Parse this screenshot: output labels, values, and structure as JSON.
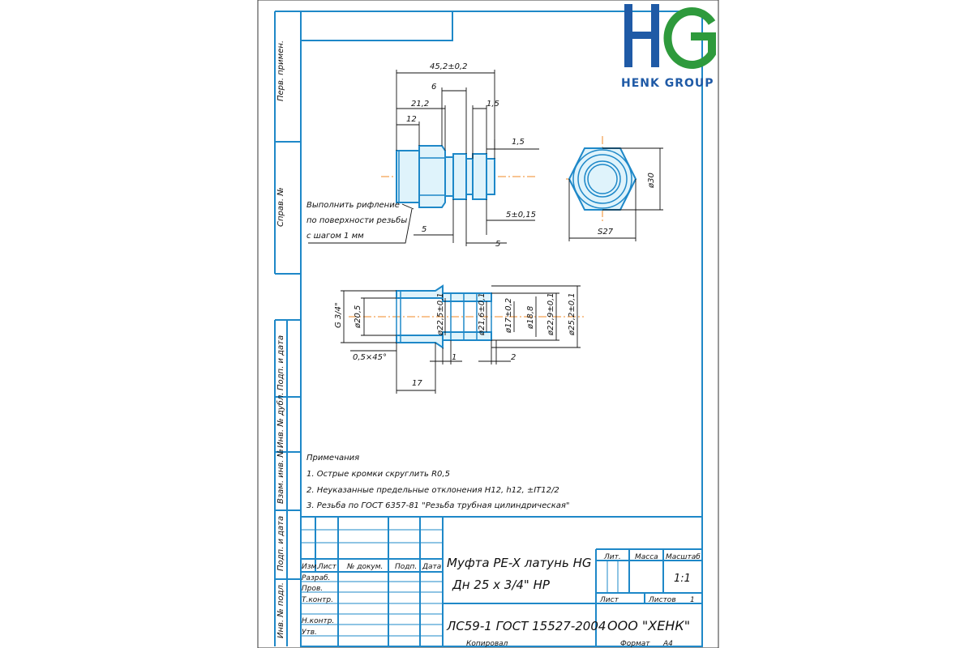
{
  "logo": {
    "mark": "HG",
    "company": "HENK GROUP",
    "color_blue": "#1f5aa6",
    "color_green": "#2e9a3c"
  },
  "side_labels": {
    "perv_primen": "Перв. примен.",
    "sprav_no": "Справ. №",
    "podp_data_1": "Подп. и дата",
    "inv_dubl": "Инв. № дубл.",
    "vzam_inv": "Взам. инв. №",
    "podp_data_2": "Подп. и дата",
    "inv_podl": "Инв. № подл."
  },
  "dimensions": {
    "d_45_2": "45,2±0,2",
    "d_6": "6",
    "d_21_2": "21,2",
    "d_12": "12",
    "d_1_5a": "1,5",
    "d_1_5b": "1,5",
    "d_5_015": "5±0,15",
    "d_5a": "5",
    "d_5b": "5",
    "d_phi30": "ø30",
    "d_s27": "S27",
    "d_g34": "G 3/4\"",
    "d_phi20_5": "ø20,5",
    "d_phi22_5": "ø22,5±0,1",
    "d_phi21_6": "ø21,6±0,1",
    "d_phi17": "ø17±0,2",
    "d_phi18_8": "ø18,8",
    "d_phi22_9": "ø22,9±0,1",
    "d_phi25_2": "ø25,2±0,1",
    "d_chamfer": "0,5×45°",
    "d_1": "1",
    "d_2": "2",
    "d_17": "17"
  },
  "callout": {
    "line1": "Выполнить рифление",
    "line2": "по поверхности резьбы",
    "line3": "с шагом 1 мм"
  },
  "notes": {
    "title": "Примечания",
    "n1": "1. Острые кромки скруглить R0,5",
    "n2": "2. Неуказанные предельные отклонения H12, h12, ±IT12/2",
    "n3": "3. Резьба по ГОСТ 6357-81 \"Резьба трубная цилиндрическая\""
  },
  "title_block": {
    "col_izm": "Изм.",
    "col_list": "Лист",
    "col_docum": "№ докум.",
    "col_podp": "Подп.",
    "col_data": "Дата",
    "row_razrab": "Разраб.",
    "row_prov": "Пров.",
    "row_tkontr": "Т.контр.",
    "row_nkontr": "Н.контр.",
    "row_utv": "Утв.",
    "name_line1": "Муфта PE-X латунь HG",
    "name_line2": "Дн 25 x 3/4\" НР",
    "lit": "Лит.",
    "massa": "Масса",
    "masshtab": "Масштаб",
    "scale_value": "1:1",
    "list": "Лист",
    "listov": "Листов",
    "listov_value": "1",
    "material": "ЛС59-1 ГОСТ 15527-2004",
    "org": "ООО \"ХЕНК\"",
    "kopiroval": "Копировал",
    "format": "Формат",
    "format_value": "A4"
  }
}
